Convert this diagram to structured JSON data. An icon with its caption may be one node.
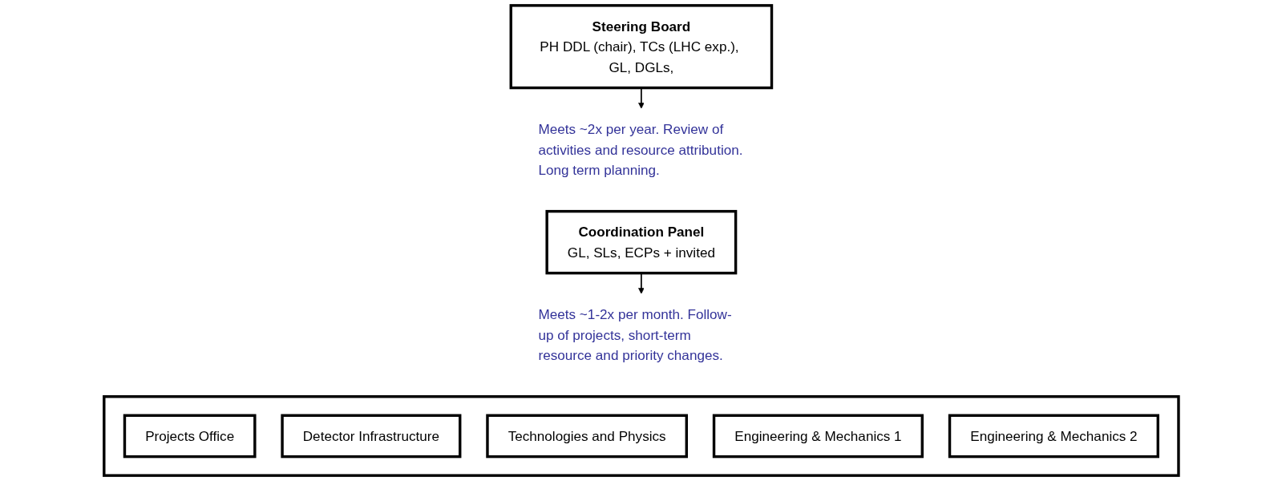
{
  "diagram": {
    "nodes": [
      {
        "text": [
          "Steering Board",
          "PH DDL (chair), TCs (LHC exp.), GL, DGLs,"
        ]
      },
      {
        "text": [
          "Meets ~2x per year. Review of activities and resource attribution. Long term planning."
        ]
      },
      {
        "text": [
          "Coordination Panel",
          "GL, SLs, ECPs + invited"
        ]
      },
      {
        "text": [
          "Meets ~1-2x per month. Follow-up of projects, short-term resource and priority changes."
        ]
      },
      {
        "text": [],
        "shape": "box"
      },
      {
        "text": [
          "Projects Office"
        ],
        "in": 4
      },
      {
        "text": [
          "Detector Infrastructure"
        ],
        "in": 4
      },
      {
        "text": [
          "Technologies and Physics"
        ],
        "in": 4
      },
      {
        "text": [
          "Engineering & Mechanics 1"
        ],
        "in": 4
      },
      {
        "text": [
          "Engineering & Mechanics 2"
        ],
        "in": 4
      }
    ],
    "edges": [
      {
        "from": 0,
        "to": 1,
        "arrow": "to"
      },
      {
        "from": 2,
        "to": 3,
        "arrow": "to"
      }
    ]
  }
}
